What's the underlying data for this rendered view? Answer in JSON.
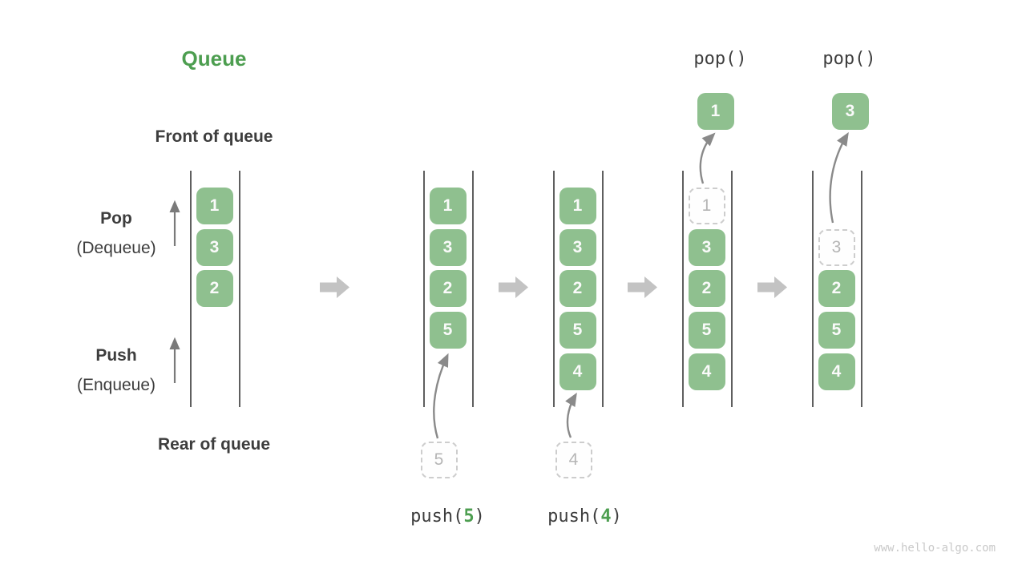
{
  "title": "Queue",
  "labels": {
    "front": "Front of queue",
    "rear": "Rear of queue",
    "pop": "Pop",
    "pop_sub": "(Dequeue)",
    "push": "Push",
    "push_sub": "(Enqueue)"
  },
  "watermark": "www.hello-algo.com",
  "colors": {
    "box_green": "#8fc08f",
    "title_green": "#4d9e50",
    "text_dark": "#3d3d3d",
    "block_arrow_gray": "#c3c3c3",
    "dashed_border_gray": "#cdcdcd",
    "dashed_text_gray": "#b5b5b5",
    "wall_gray": "#5f5f5f",
    "curve_arrow_gray": "#8a8a8a"
  },
  "states": [
    {
      "name": "initial",
      "cells": [
        {
          "slot": 0,
          "value": "1"
        },
        {
          "slot": 1,
          "value": "3"
        },
        {
          "slot": 2,
          "value": "2"
        }
      ]
    },
    {
      "name": "after-push-5",
      "cells": [
        {
          "slot": 0,
          "value": "1"
        },
        {
          "slot": 1,
          "value": "3"
        },
        {
          "slot": 2,
          "value": "2"
        },
        {
          "slot": 3,
          "value": "5"
        }
      ],
      "pending": "5",
      "op": {
        "type": "push",
        "prefix": "push(",
        "arg": "5",
        "suffix": ")"
      }
    },
    {
      "name": "after-push-4",
      "cells": [
        {
          "slot": 0,
          "value": "1"
        },
        {
          "slot": 1,
          "value": "3"
        },
        {
          "slot": 2,
          "value": "2"
        },
        {
          "slot": 3,
          "value": "5"
        },
        {
          "slot": 4,
          "value": "4"
        }
      ],
      "pending": "4",
      "op": {
        "type": "push",
        "prefix": "push(",
        "arg": "4",
        "suffix": ")"
      }
    },
    {
      "name": "after-pop-1",
      "cells": [
        {
          "slot": 0,
          "value": "1",
          "dashed": true
        },
        {
          "slot": 1,
          "value": "3"
        },
        {
          "slot": 2,
          "value": "2"
        },
        {
          "slot": 3,
          "value": "5"
        },
        {
          "slot": 4,
          "value": "4"
        }
      ],
      "popped": "1",
      "op": {
        "type": "pop",
        "label": "pop()"
      }
    },
    {
      "name": "after-pop-3",
      "cells": [
        {
          "slot": 1,
          "value": "3",
          "dashed": true
        },
        {
          "slot": 2,
          "value": "2"
        },
        {
          "slot": 3,
          "value": "5"
        },
        {
          "slot": 4,
          "value": "4"
        }
      ],
      "popped": "3",
      "op": {
        "type": "pop",
        "label": "pop()"
      }
    }
  ]
}
